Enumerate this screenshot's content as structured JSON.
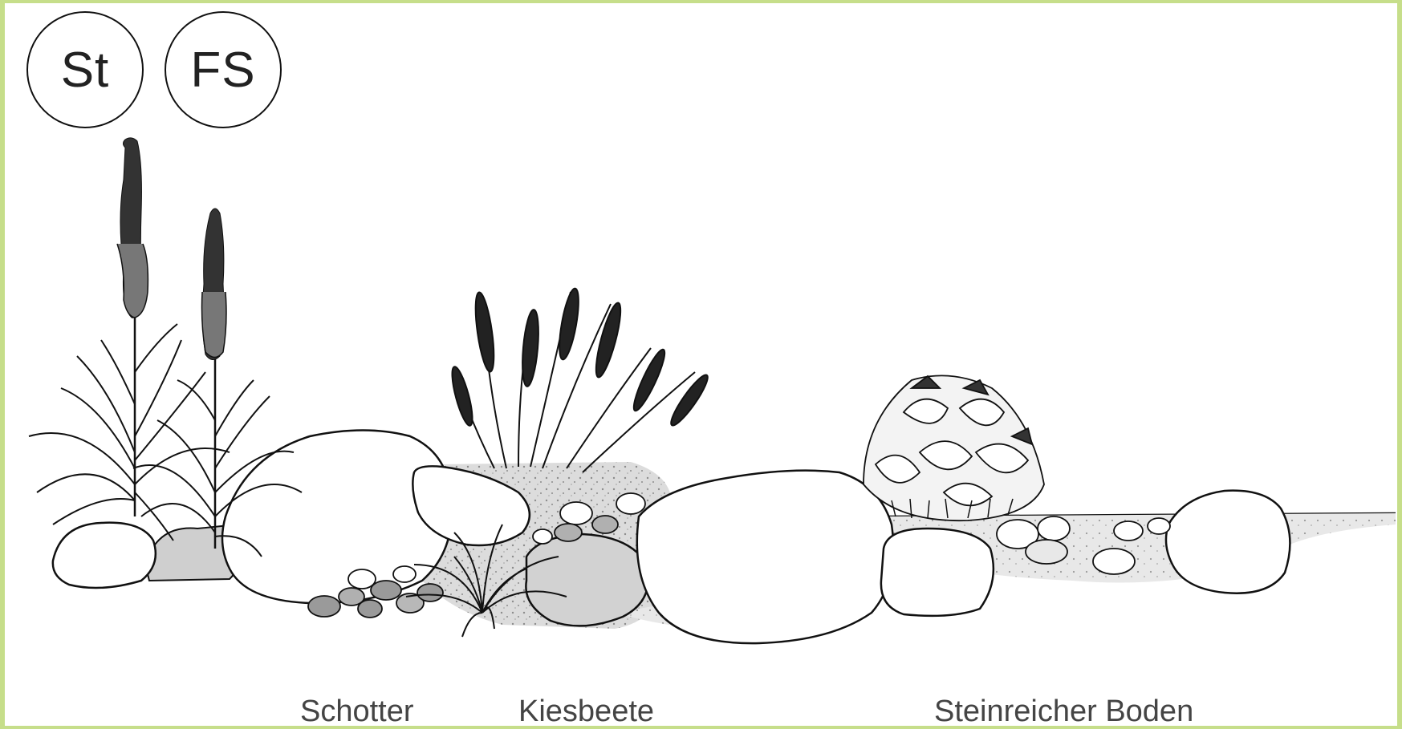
{
  "badges": {
    "left": "St",
    "right": "FS"
  },
  "labels": {
    "schotter": "Schotter",
    "kiesbeete": "Kiesbeete",
    "steinreicher_boden": "Steinreicher Boden"
  },
  "colors": {
    "frame_border": "#c6de8a",
    "background": "#ffffff",
    "ink": "#111111",
    "gravel_gray": "#d6d6d6",
    "pebble_gray": "#9a9a9a"
  }
}
